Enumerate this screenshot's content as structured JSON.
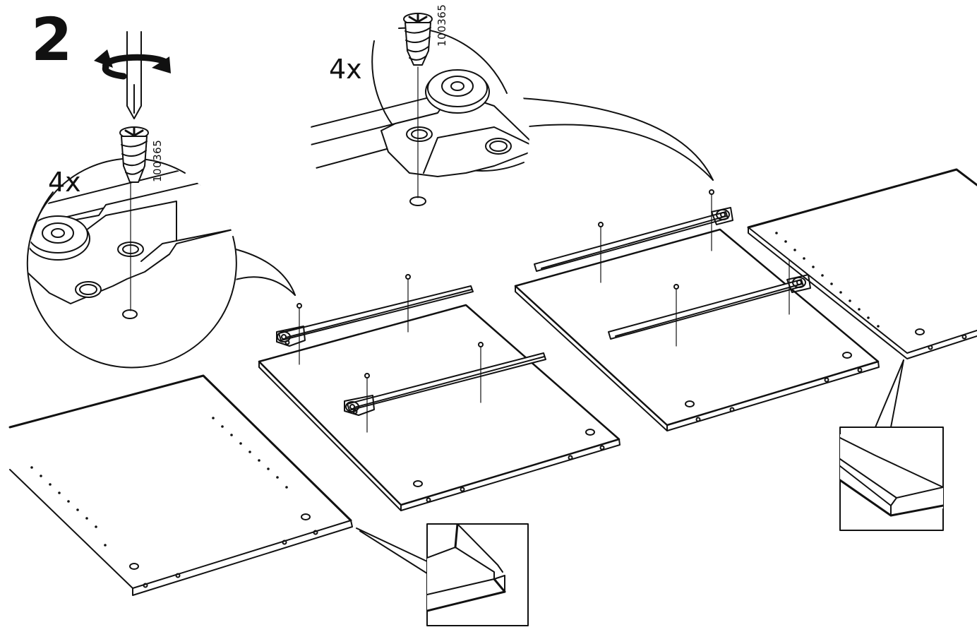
{
  "step": {
    "number": "2"
  },
  "fittings": [
    {
      "id": "left",
      "quantity": "4x",
      "part_number": "100365",
      "tool": "screwdriver-icon"
    },
    {
      "id": "top",
      "quantity": "4x",
      "part_number": "100365",
      "tool": "none"
    }
  ],
  "parts": {
    "panels": [
      "side-panel-left",
      "drawer-bottom-1",
      "drawer-bottom-2",
      "side-panel-right"
    ],
    "rails_per_panel": 2,
    "screws_per_rail": 2
  },
  "colors": {
    "line": "#111111",
    "background": "#ffffff"
  }
}
